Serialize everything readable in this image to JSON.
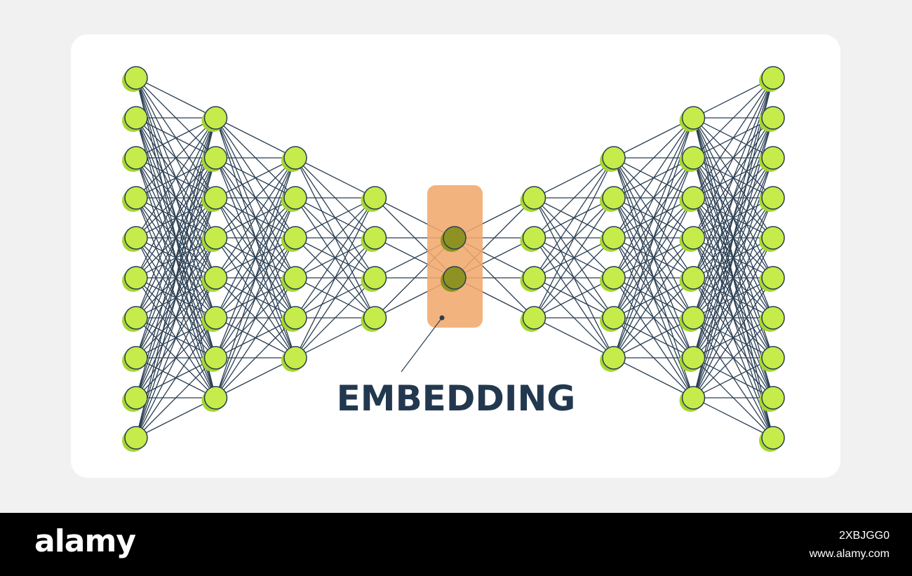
{
  "diagram": {
    "label": "EMBEDDING",
    "layers": [
      10,
      8,
      6,
      4,
      2,
      4,
      6,
      8,
      10
    ],
    "embedding_layer_index": 4,
    "colors": {
      "node_fill": "#c5ec4a",
      "node_shadow": "#a6d631",
      "node_stroke": "#2a3e52",
      "edge": "#2a3e52",
      "embedding_node": "#8e9222",
      "embedding_highlight": "#f0a96c",
      "label": "#22384f",
      "card": "#ffffff",
      "background": "#f1f1f1"
    }
  },
  "footer": {
    "logo": "alamy",
    "image_id": "2XBJGG0",
    "url": "www.alamy.com"
  }
}
